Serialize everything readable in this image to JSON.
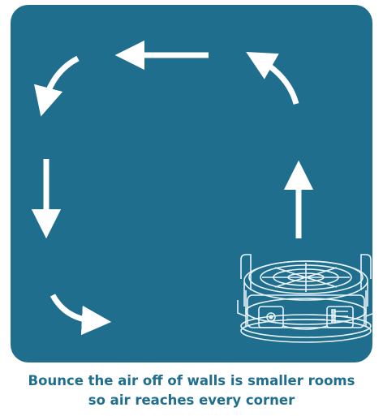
{
  "colors": {
    "panel_background": "#1f6e8e",
    "arrow": "#ffffff",
    "caption_text": "#1f6e8e",
    "device_line": "#e8f3f8"
  },
  "diagram": {
    "flow_direction": "clockwise airflow loop starting from the fan at bottom-right",
    "device_icon": "air-mover-fan-icon"
  },
  "caption": {
    "line1": "Bounce the air off of walls is smaller rooms",
    "line2": "so air reaches every corner"
  }
}
